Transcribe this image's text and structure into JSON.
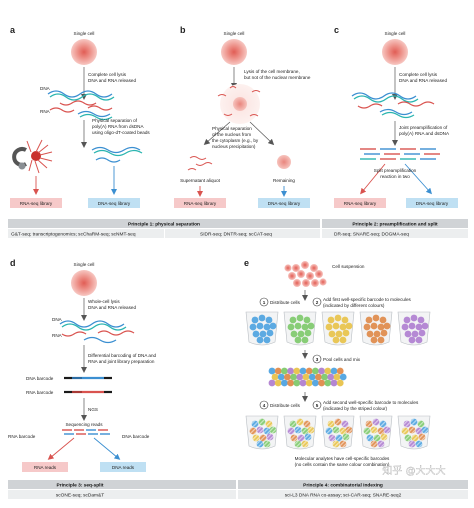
{
  "panels": {
    "a": {
      "letter": "a",
      "cell_label": "Single cell",
      "step1": [
        "Complete cell lysis",
        "DNA and RNA released"
      ],
      "dna": "DNA",
      "rna": "RNA",
      "step2": [
        "Physical separation of",
        "poly(A) RNA from dsDNA",
        "using oligo-dT-coated beads"
      ],
      "lib_rna": "RNA-seq library",
      "lib_dna": "DNA-seq library"
    },
    "b": {
      "letter": "b",
      "cell_label": "Single cell",
      "step1": [
        "Lysis of the cell membrane,",
        "but not of the nuclear membrane"
      ],
      "step2": [
        "Physical separation",
        "of the  nucleus from",
        "the cytoplasm (e.g., by",
        "nucleus precipitation)"
      ],
      "sup": "Supernatant aliquot",
      "rem": "Remaining",
      "lib_rna": "RNA-seq library",
      "lib_dna": "DNA-seq library"
    },
    "c": {
      "letter": "c",
      "cell_label": "Single cell",
      "step1": [
        "Complete cell lysis",
        "DNA and RNA released"
      ],
      "step2": [
        "Joint preamplification of",
        "poly(A) RNA and dsDNA"
      ],
      "step3": [
        "Split preamplification",
        "reaction in two"
      ],
      "lib_rna": "RNA-seq library",
      "lib_dna": "DNA-seq library"
    },
    "d": {
      "letter": "d",
      "cell_label": "Single cell",
      "step1": [
        "Whole-cell lysis",
        "DNA and RNA released"
      ],
      "dna": "DNA",
      "rna": "RNA",
      "step2": [
        "Differential barcoding of DNA and",
        "RNA and joint library preparation"
      ],
      "dna_barcode": "DNA barcode",
      "rna_barcode": "RNA barcode",
      "ngs": "NGS",
      "seq_reads": "Sequencing reads",
      "rna_barcode2": "RNA barcode",
      "dna_barcode2": "DNA barcode",
      "rna_reads": "RNA reads",
      "dna_reads": "DNA reads"
    },
    "e": {
      "letter": "e",
      "cell_susp": "Cell suspension",
      "s1": "1",
      "s1_text": "Distribute cells",
      "s2": "2",
      "s2_text": [
        "Add first well-specific barcode to molecules",
        "(indicated by different colours)"
      ],
      "s3": "3",
      "s3_text": "Pool cells and mix",
      "s4": "4",
      "s4_text": "Distribute cells",
      "s5": "5",
      "s5_text": [
        "Add second well-specific barcode to molecules",
        "(indicated by the striped colour)"
      ],
      "final": [
        "Molecular analytes have cell-specific barcodes",
        "(no cells contain the same colour combination)"
      ]
    }
  },
  "principles": {
    "p1": "Principle 1: physical separation",
    "p2": "Principle 2: preamplification and split",
    "p3": "Principle 3: seq-split",
    "p4": "Principle 4: combinatorial indexing"
  },
  "examples": {
    "a": "G&T-seq; transcriptogenomics; scChaRM-seq; scNMT-seq",
    "b": "SIDR-seq; DNTR-seq; scCAT-seq",
    "c": "DR-seq; SNARE-seq; DOGMA-seq",
    "d": "scONE-seq; scDam&T",
    "e": "sci-L3 DNA RNA co-assay; sci-CAR-seq; SNARE-seq2"
  },
  "watermark": "知乎 @大大大",
  "colors": {
    "rna_red": "#d9534f",
    "dna_blue": "#3b8fd1",
    "teal": "#2bb5b0",
    "lib_pink": "#f6c9c9",
    "lib_blue": "#bfe0f3",
    "cell_outer": "#f2a9a3",
    "cell_inner": "#e7726a",
    "principle_bar": "#d0d3d6",
    "example_bar": "#eceeef"
  }
}
